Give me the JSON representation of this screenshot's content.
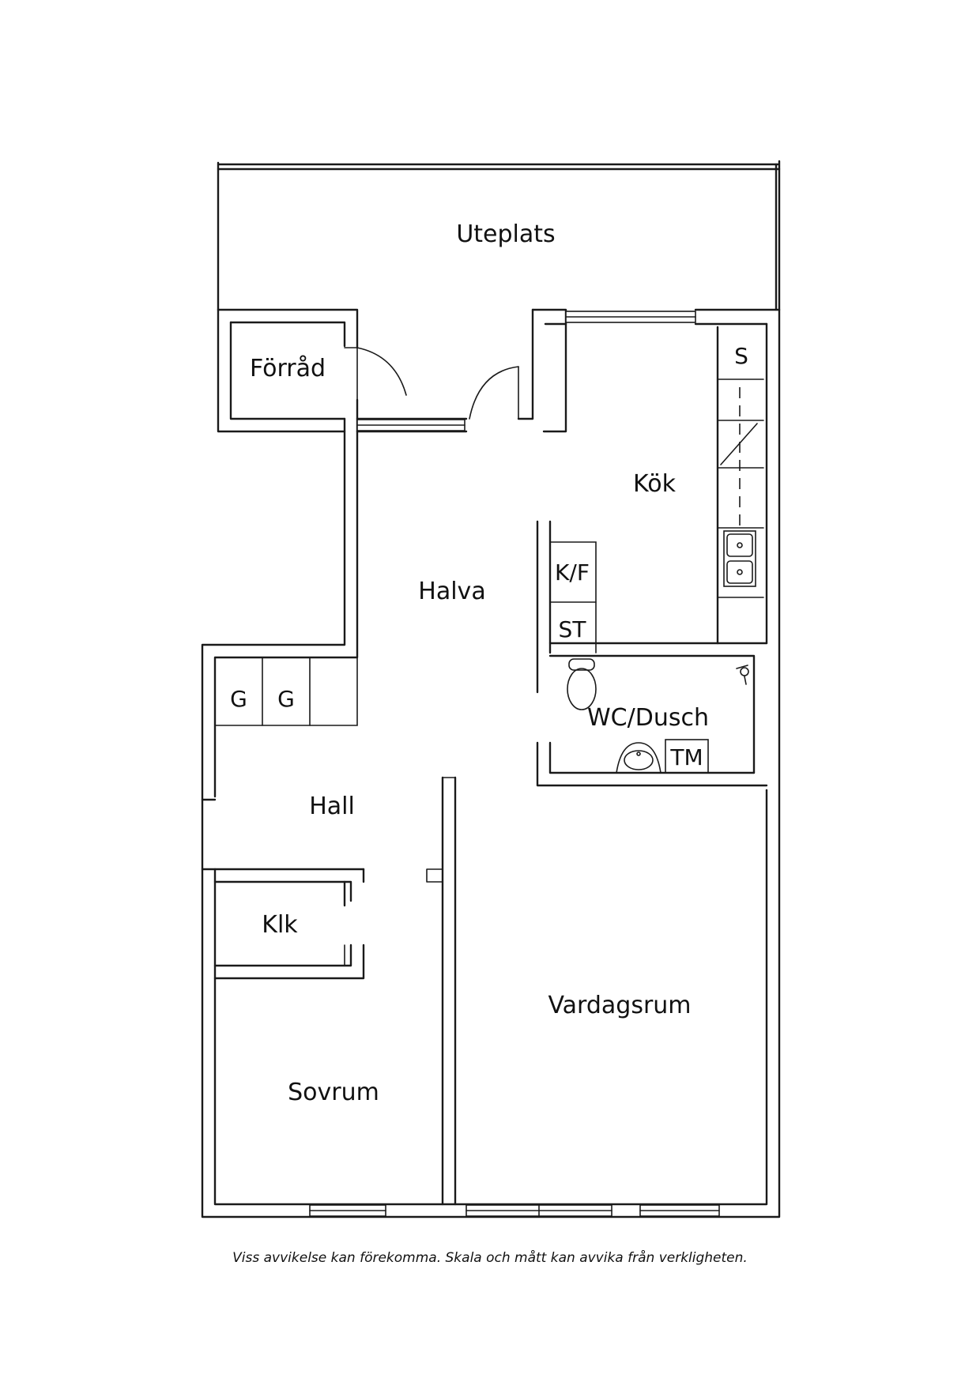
{
  "rooms": {
    "uteplats": "Uteplats",
    "forrad": "Förråd",
    "kok": "Kök",
    "halva": "Halva",
    "wc_dusch": "WC/Dusch",
    "hall": "Hall",
    "klk": "Klk",
    "vardagsrum": "Vardagsrum",
    "sovrum": "Sovrum"
  },
  "fixtures": {
    "stove": "S",
    "fridge_freezer": "K/F",
    "storage": "ST",
    "wardrobe_1": "G",
    "wardrobe_2": "G",
    "washing_machine": "TM"
  },
  "disclaimer": "Viss avvikelse kan förekomma. Skala och mått kan avvika från verkligheten."
}
